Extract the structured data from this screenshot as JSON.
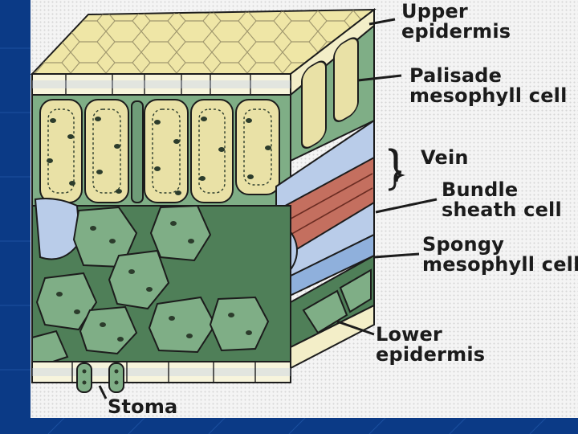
{
  "labels": {
    "upper_epidermis": [
      "Upper",
      "epidermis"
    ],
    "palisade": [
      "Palisade",
      "mesophyll cell"
    ],
    "vein": "Vein",
    "bundle_sheath": [
      "Bundle",
      "sheath cell"
    ],
    "spongy": [
      "Spongy",
      "mesophyll cell"
    ],
    "lower_epidermis": [
      "Lower",
      "epidermis"
    ],
    "stoma": "Stoma"
  },
  "colors": {
    "slide_background": "#0b3a86",
    "epidermis": "#efe6a6",
    "palisade_fill": "#e9e1a6",
    "mesophyll_green": "#7fae86",
    "bundle_sheath_blue": "#b9cce9",
    "vein_core": "#c46f5f",
    "outline": "#1c1c1c"
  }
}
